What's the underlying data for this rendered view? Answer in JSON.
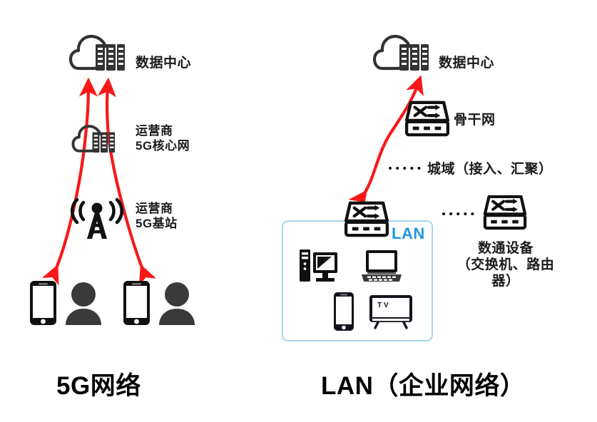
{
  "diagram": {
    "title_5g": "5G网络",
    "title_lan": "LAN（企业网络）",
    "colors": {
      "arrow_red": "#f81818",
      "icon_dark": "#333333",
      "icon_black": "#111111",
      "lan_border": "#a8d4ef",
      "lan_accent": "#2196e3"
    }
  },
  "left_panel": {
    "name": "5g-network-panel",
    "title": "5G网络",
    "nodes": [
      {
        "id": "data-center",
        "label": "数据中心",
        "icon": "cloud-server-icon"
      },
      {
        "id": "core-network",
        "label": "运营商\n5G核心网",
        "icon": "cloud-server-icon"
      },
      {
        "id": "base-station",
        "label": "运营商\n5G基站",
        "icon": "cell-tower-icon"
      },
      {
        "id": "user-left",
        "label": "",
        "icon": "smartphone-user-icon"
      },
      {
        "id": "user-right",
        "label": "",
        "icon": "smartphone-user-icon"
      }
    ]
  },
  "right_panel": {
    "name": "lan-network-panel",
    "title": "LAN（企业网络）",
    "nodes": [
      {
        "id": "data-center",
        "label": "数据中心",
        "icon": "cloud-server-icon"
      },
      {
        "id": "backbone",
        "label": "骨干网",
        "icon": "switch-icon"
      },
      {
        "id": "metro",
        "label": "城域（接入、汇聚）",
        "icon": "dotted-line-icon"
      },
      {
        "id": "access-switch",
        "label": "",
        "icon": "switch-icon"
      },
      {
        "id": "datacom-device",
        "label": "数通设备\n（交换机、路由器）",
        "icon": "switch-icon"
      }
    ],
    "lan_box": {
      "tag": "LAN",
      "devices": [
        {
          "id": "desktop",
          "icon": "desktop-pc-icon"
        },
        {
          "id": "laptop",
          "icon": "laptop-icon"
        },
        {
          "id": "phone",
          "icon": "smartphone-icon"
        },
        {
          "id": "tv",
          "icon": "tv-icon"
        }
      ]
    }
  }
}
